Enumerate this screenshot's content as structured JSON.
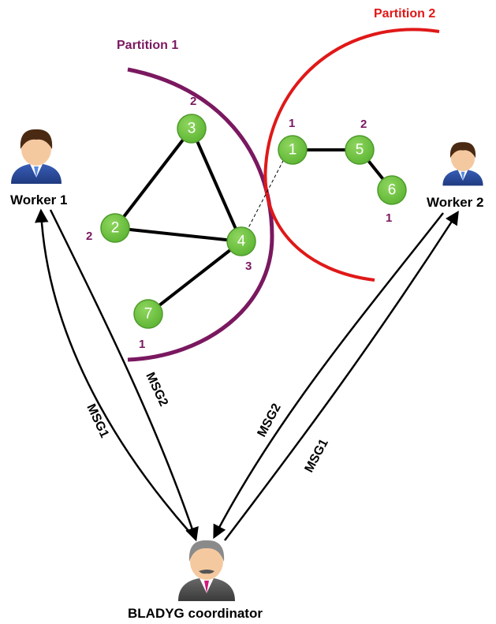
{
  "colors": {
    "partition1": "#7a1860",
    "partition2": "#e01818",
    "node_fill": "#6cc241",
    "node_stroke": "#4e9a2b",
    "edge": "#000000"
  },
  "partitions": [
    {
      "label": "Partition 1"
    },
    {
      "label": "Partition 2"
    }
  ],
  "workers": [
    {
      "label": "Worker 1"
    },
    {
      "label": "Worker 2"
    }
  ],
  "coordinator": {
    "label": "BLADYG coordinator"
  },
  "nodes": [
    {
      "id": "3"
    },
    {
      "id": "2"
    },
    {
      "id": "4"
    },
    {
      "id": "7"
    },
    {
      "id": "1"
    },
    {
      "id": "5"
    },
    {
      "id": "6"
    }
  ],
  "degrees": {
    "node3": "2",
    "node2": "2",
    "node4": "3",
    "node7": "1",
    "node1": "1",
    "node5": "2",
    "node6": "1"
  },
  "messages": {
    "w1_msg1": "MSG1",
    "w1_msg2": "MSG2",
    "w2_msg2": "MSG2",
    "w2_msg1": "MSG1"
  },
  "icons": [
    "worker-icon",
    "worker-icon",
    "coordinator-icon"
  ]
}
